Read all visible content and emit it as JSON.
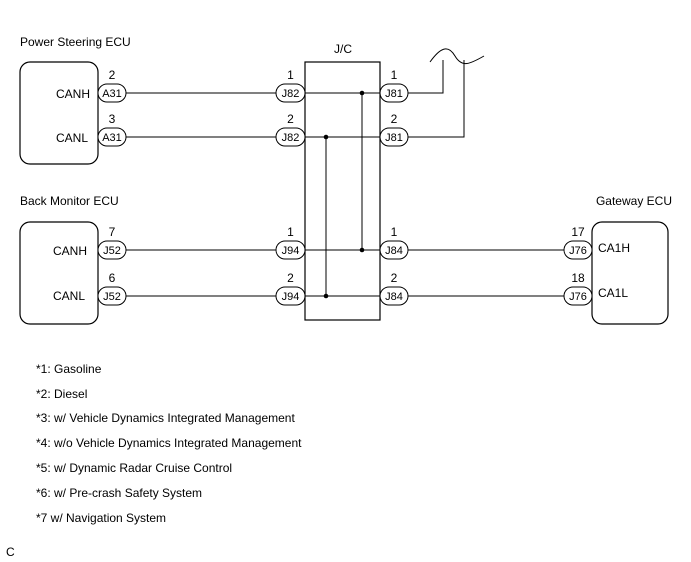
{
  "ecus": {
    "power_steering": {
      "title": "Power Steering ECU",
      "pin1": "CANH",
      "pin2": "CANL"
    },
    "back_monitor": {
      "title": "Back Monitor ECU",
      "pin1": "CANH",
      "pin2": "CANL"
    },
    "gateway": {
      "title": "Gateway ECU",
      "pin1": "CA1H",
      "pin2": "CA1L"
    }
  },
  "jc": {
    "title": "J/C"
  },
  "connectors": {
    "a31_1": {
      "id": "A31",
      "pin": "2"
    },
    "a31_2": {
      "id": "A31",
      "pin": "3"
    },
    "j82_1": {
      "id": "J82",
      "pin": "1"
    },
    "j82_2": {
      "id": "J82",
      "pin": "2"
    },
    "j81_1": {
      "id": "J81",
      "pin": "1"
    },
    "j81_2": {
      "id": "J81",
      "pin": "2"
    },
    "j52_1": {
      "id": "J52",
      "pin": "7"
    },
    "j52_2": {
      "id": "J52",
      "pin": "6"
    },
    "j94_1": {
      "id": "J94",
      "pin": "1"
    },
    "j94_2": {
      "id": "J94",
      "pin": "2"
    },
    "j84_1": {
      "id": "J84",
      "pin": "1"
    },
    "j84_2": {
      "id": "J84",
      "pin": "2"
    },
    "j76_1": {
      "id": "J76",
      "pin": "17"
    },
    "j76_2": {
      "id": "J76",
      "pin": "18"
    }
  },
  "notes": [
    "*1: Gasoline",
    "*2: Diesel",
    "*3: w/ Vehicle Dynamics Integrated Management",
    "*4: w/o Vehicle Dynamics Integrated Management",
    "*5: w/ Dynamic Radar Cruise Control",
    "*6: w/ Pre-crash Safety System",
    "*7 w/ Navigation System"
  ],
  "corner_label": "C"
}
